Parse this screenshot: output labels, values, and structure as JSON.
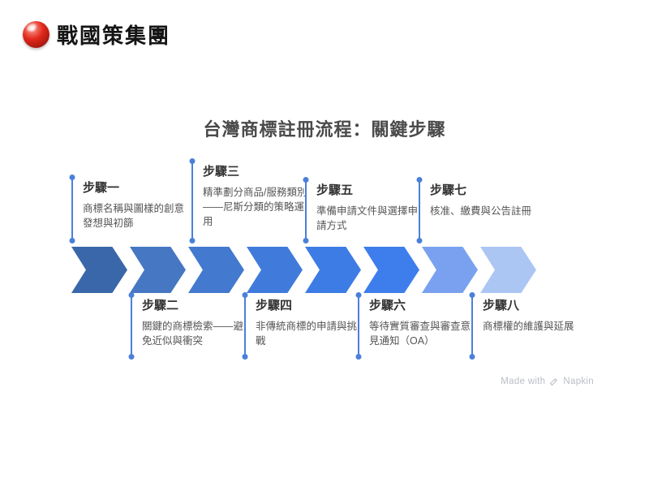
{
  "logo": {
    "company": "戰國策集團"
  },
  "title": "台灣商標註冊流程：關鍵步驟",
  "watermark": {
    "prefix": "Made with",
    "brand": "Napkin"
  },
  "colors": {
    "connector": "#4a80d9",
    "title_text": "#4a4a4a",
    "step_label": "#333333",
    "step_desc": "#555555"
  },
  "steps": [
    {
      "label": "步驟一",
      "desc": "商標名稱與圖樣的創意發想與初篩",
      "side": "top",
      "color": "#3a67a9"
    },
    {
      "label": "步驟二",
      "desc": "關鍵的商標檢索——避免近似與衝突",
      "side": "bottom",
      "color": "#4677c2"
    },
    {
      "label": "步驟三",
      "desc": "精準劃分商品/服務類別——尼斯分類的策略運用",
      "side": "top",
      "color": "#4379cf"
    },
    {
      "label": "步驟四",
      "desc": "非傳統商標的申請與挑戰",
      "side": "bottom",
      "color": "#407bdb"
    },
    {
      "label": "步驟五",
      "desc": "準備申請文件與選擇申請方式",
      "side": "top",
      "color": "#3d7ce5"
    },
    {
      "label": "步驟六",
      "desc": "等待實質審查與審查意見通知（OA）",
      "side": "bottom",
      "color": "#3e7dec"
    },
    {
      "label": "步驟七",
      "desc": "核准、繳費與公告註冊",
      "side": "top",
      "color": "#79a1ef"
    },
    {
      "label": "步驟八",
      "desc": "商標權的維護與延展",
      "side": "bottom",
      "color": "#acc6f4"
    }
  ]
}
